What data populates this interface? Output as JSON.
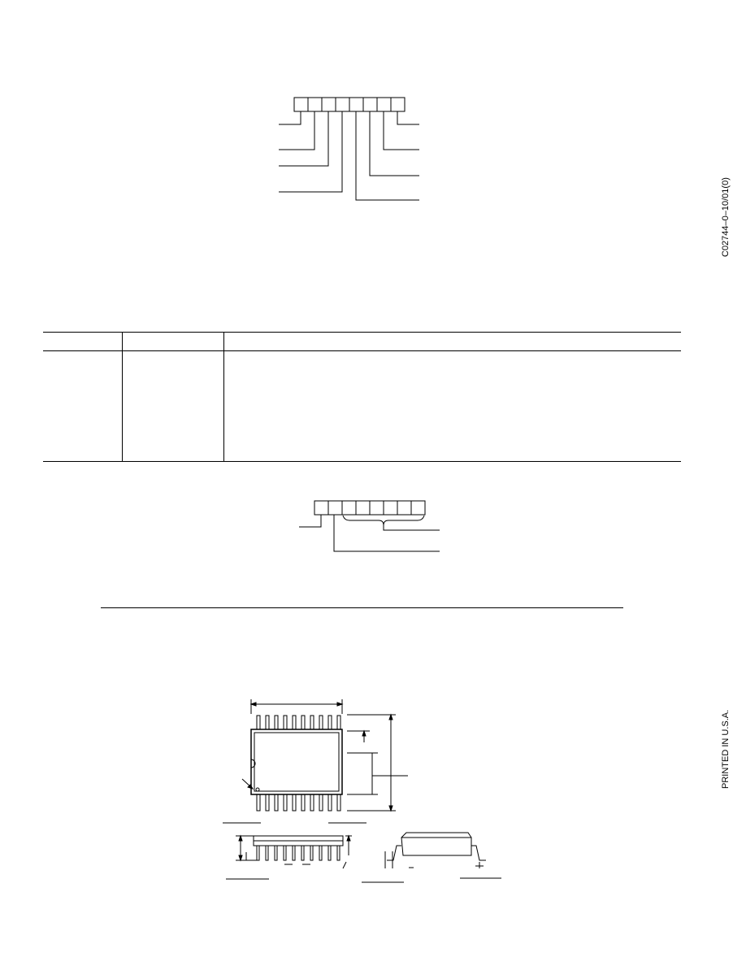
{
  "side_codes": {
    "document_code": "C02744–0–10/01(0)",
    "print_note": "PRINTED IN U.S.A."
  },
  "order_code_diagram_top": {
    "box_count": 8
  },
  "order_code_diagram_bottom": {
    "box_count": 8
  },
  "selection_table": {
    "columns": 3
  }
}
